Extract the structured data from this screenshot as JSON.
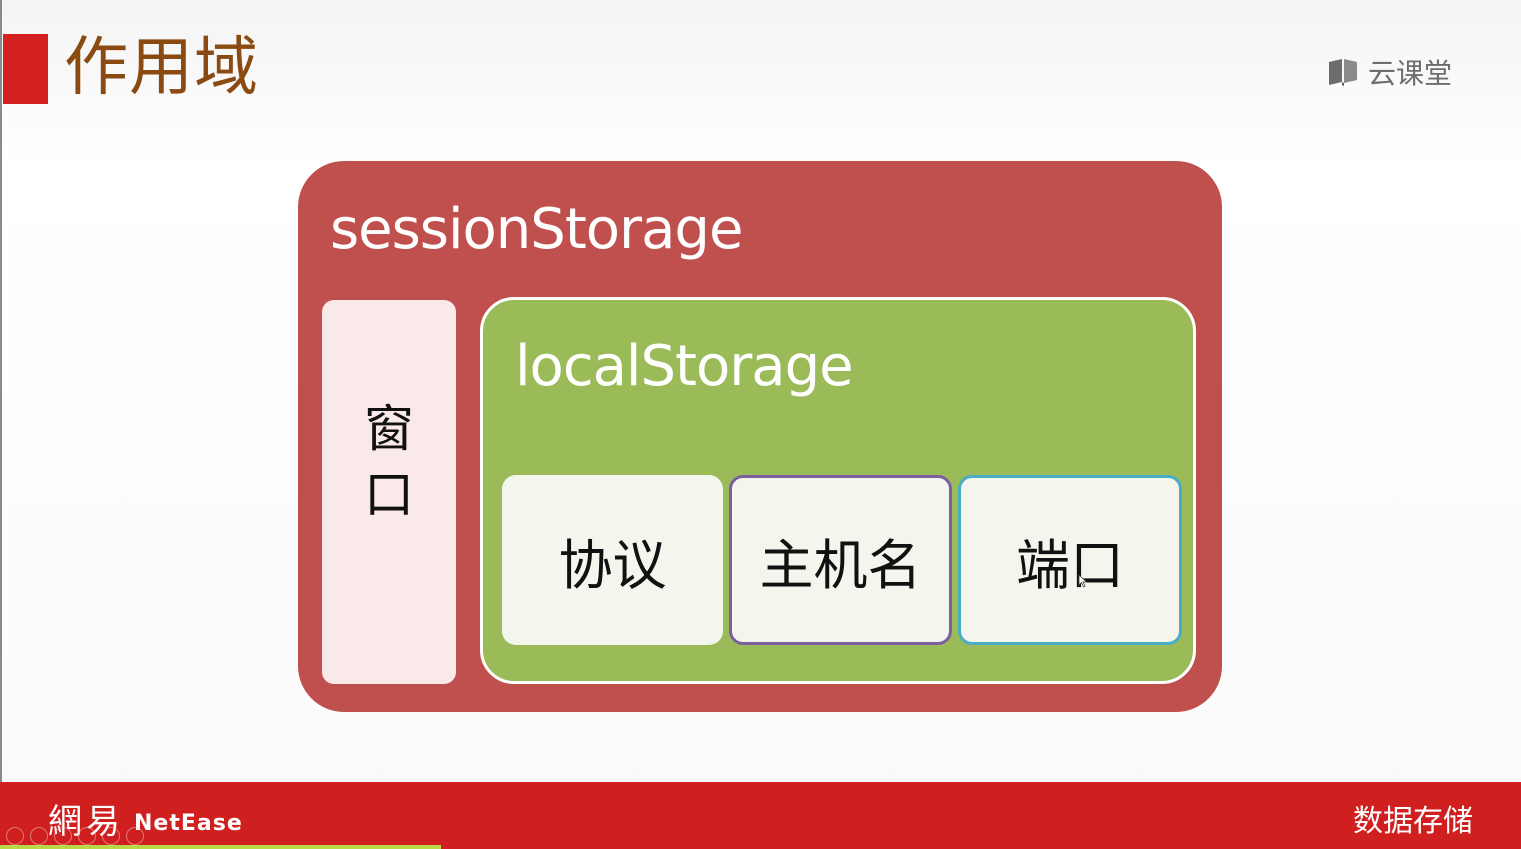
{
  "slide": {
    "title": "作用域",
    "logo_text": "云课堂",
    "logo_icon": "book-icon"
  },
  "diagram": {
    "outer_label": "sessionStorage",
    "window_chars": [
      "窗",
      "口"
    ],
    "inner_label": "localStorage",
    "cells": [
      "协议",
      "主机名",
      "端口"
    ]
  },
  "footer": {
    "brand_cn": "網易",
    "brand_en": "NetEase",
    "right_text": "数据存储",
    "progress_fraction": 0.29
  },
  "colors": {
    "title_marker": "#d52020",
    "title_text": "#8a4a12",
    "session_box": "#c0504d",
    "window_box": "#f9eae9",
    "local_box": "#9bbb59",
    "cell_fill": "#f4f6ee",
    "host_border": "#7d5fa0",
    "port_border": "#4bacc6",
    "footer_bar": "#d01f1f",
    "progress": "#b9d846"
  },
  "player_controls": [
    "prev-icon",
    "next-icon",
    "pen-icon",
    "slides-icon",
    "zoom-icon",
    "more-icon"
  ]
}
